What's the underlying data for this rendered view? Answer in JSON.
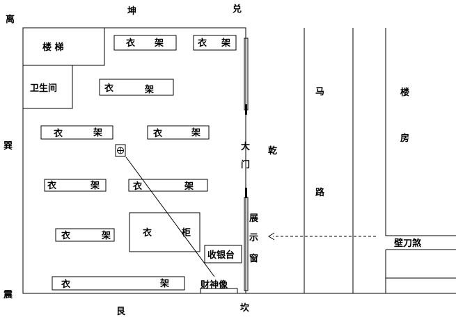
{
  "directions": {
    "li": "离",
    "kun": "坤",
    "dui": "兑",
    "xun": "巽",
    "qian": "乾",
    "zhen": "震",
    "gen": "艮",
    "kan": "坎"
  },
  "rooms": {
    "stairs": "楼 梯",
    "bathroom": "卫生间",
    "wardrobe": "衣",
    "wardrobe_2": "柜",
    "cashier": "收银台",
    "wealth_god": "财神像",
    "door_1": "大",
    "door_2": "门",
    "display_1": "展",
    "display_2": "示",
    "display_3": "窗"
  },
  "racks": [
    {
      "c1": "衣",
      "c2": "架"
    },
    {
      "c1": "衣",
      "c2": "架"
    },
    {
      "c1": "衣",
      "c2": "架"
    },
    {
      "c1": "衣",
      "c2": "架"
    },
    {
      "c1": "衣",
      "c2": "架"
    },
    {
      "c1": "衣",
      "c2": "架"
    },
    {
      "c1": "衣",
      "c2": "架"
    },
    {
      "c1": "衣",
      "c2": "架"
    },
    {
      "c1": "衣",
      "c2": "架"
    }
  ],
  "outside": {
    "road_1": "马",
    "road_2": "路",
    "building_1": "楼",
    "building_2": "房",
    "wall_blade": "壁刀煞"
  }
}
